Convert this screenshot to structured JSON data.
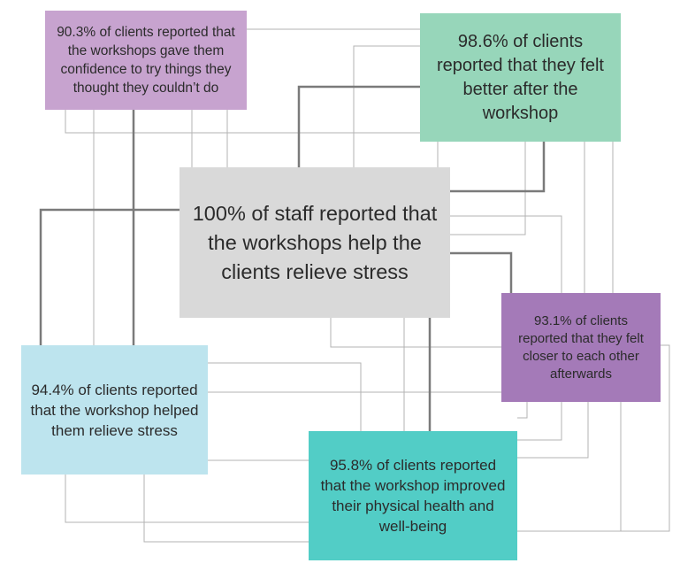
{
  "colors": {
    "lavender": "#c7a3cf",
    "mint": "#97d6ba",
    "gray": "#d9d9d9",
    "purple": "#a47ab8",
    "light_blue": "#bde4ee",
    "teal": "#52cdc6",
    "thin_line": "#b3b3b3",
    "thick_line": "#7a7a7a"
  },
  "boxes": {
    "confidence": {
      "text": "90.3% of clients reported that the workshops gave them confidence to try things they thought they couldn’t do",
      "color": "lavender"
    },
    "felt_better": {
      "text": "98.6% of clients reported that they felt better after the workshop",
      "color": "mint"
    },
    "staff": {
      "text": "100% of staff reported that the workshops help the clients relieve stress",
      "color": "gray"
    },
    "closer": {
      "text": "93.1% of clients reported that they felt closer to each other afterwards",
      "color": "purple"
    },
    "relieve_stress": {
      "text": "94.4% of clients reported that the workshop helped them relieve stress",
      "color": "light_blue"
    },
    "physical_health": {
      "text": "95.8% of clients reported that the workshop improved their physical health and well-being",
      "color": "teal"
    }
  }
}
